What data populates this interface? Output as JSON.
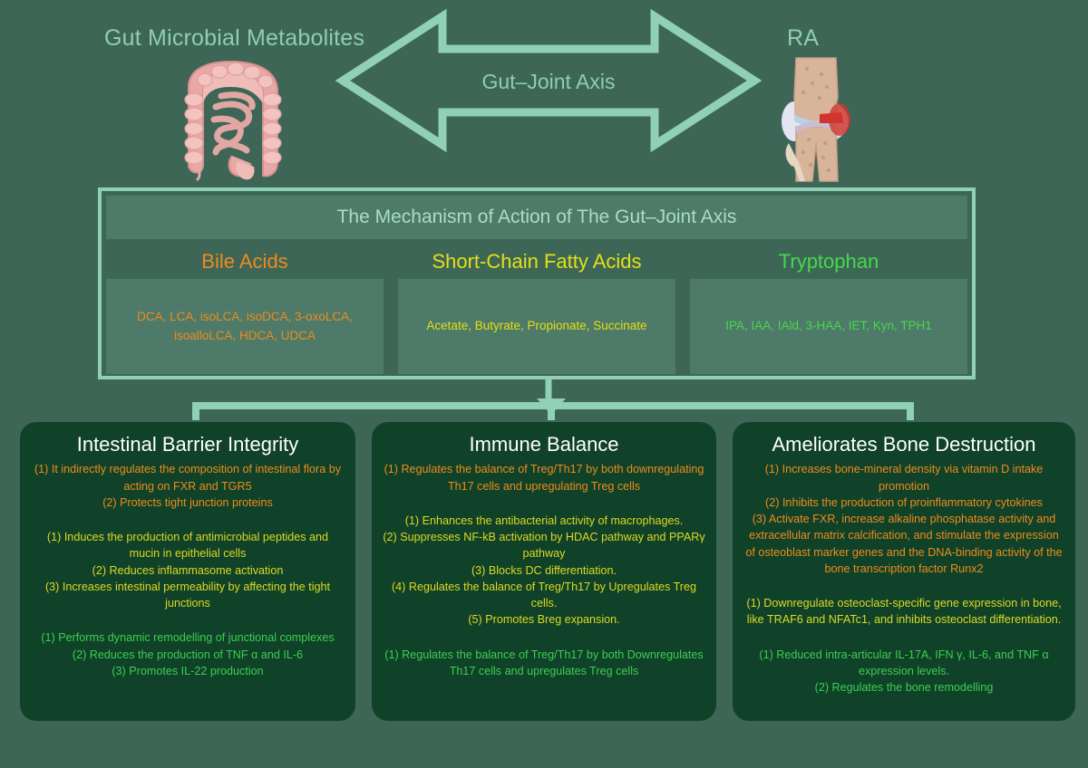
{
  "theme": {
    "background": "#3d6657",
    "accent_mint": "#8fd0b6",
    "panel_dark": "#0f4228",
    "bile_color": "#ef8b1e",
    "scfa_color": "#e3e015",
    "tryptophan_color": "#45d94a",
    "title_white": "#ffffff"
  },
  "top": {
    "left_label": "Gut Microbial Metabolites",
    "right_label": "RA",
    "axis_caption": "Gut–Joint Axis",
    "left_icon": "intestine-illustration",
    "right_icon": "knee-joint-illustration",
    "arrow_icon": "double-headed-horizontal-arrow"
  },
  "mechanism": {
    "header": "The Mechanism of Action of The Gut–Joint Axis",
    "columns": [
      {
        "title": "Bile Acids",
        "items": "DCA, LCA, isoLCA, isoDCA, 3-oxoLCA,\nisoalloLCA, HDCA, UDCA"
      },
      {
        "title": "Short-Chain Fatty Acids",
        "items": "Acetate, Butyrate, Propionate, Succinate"
      },
      {
        "title": "Tryptophan",
        "items": "IPA, IAA, IAld, 3-HAA, IET, Kyn, TPH1"
      }
    ]
  },
  "outcomes": [
    {
      "title": "Intestinal Barrier Integrity",
      "groups": [
        {
          "source": "bile",
          "text": "(1) It indirectly regulates the composition of intestinal flora by acting on FXR and TGR5\n(2) Protects tight junction proteins"
        },
        {
          "source": "scfa",
          "text": "(1) Induces the production of antimicrobial peptides and mucin in epithelial cells\n(2) Reduces inflammasome activation\n(3) Increases intestinal permeability by affecting the tight junctions"
        },
        {
          "source": "tryptophan",
          "text": "(1) Performs dynamic remodelling of junctional complexes\n(2) Reduces the production of TNF α and IL-6\n(3) Promotes IL-22 production"
        }
      ]
    },
    {
      "title": "Immune Balance",
      "groups": [
        {
          "source": "bile",
          "text": "(1) Regulates the balance of Treg/Th17 by both downregulating Th17 cells and upregulating Treg cells"
        },
        {
          "source": "scfa",
          "text": "(1) Enhances the antibacterial activity of macrophages.\n(2) Suppresses NF-kB activation by HDAC pathway and PPARγ pathway\n(3) Blocks DC differentiation.\n(4) Regulates the balance of Treg/Th17 by Upregulates Treg cells.\n(5) Promotes Breg expansion."
        },
        {
          "source": "tryptophan",
          "text": "(1) Regulates the balance of Treg/Th17 by both Downregulates Th17 cells and upregulates Treg cells"
        }
      ]
    },
    {
      "title": "Ameliorates Bone Destruction",
      "groups": [
        {
          "source": "bile",
          "text": "(1)  Increases bone-mineral density via vitamin D intake promotion\n(2) Inhibits the production of proinflammatory cytokines\n(3) Activate FXR, increase alkaline phosphatase activity and extracellular matrix calcification, and stimulate the expression of osteoblast marker genes and the DNA-binding activity of the bone transcription factor Runx2"
        },
        {
          "source": "scfa",
          "text": "(1) Downregulate osteoclast-specific gene expression in bone, like TRAF6 and NFATc1, and inhibits osteoclast differentiation."
        },
        {
          "source": "tryptophan",
          "text": "(1)  Reduced intra-articular IL-17A, IFN γ, IL-6, and TNF α expression levels.\n(2) Regulates the bone remodelling"
        }
      ]
    }
  ]
}
